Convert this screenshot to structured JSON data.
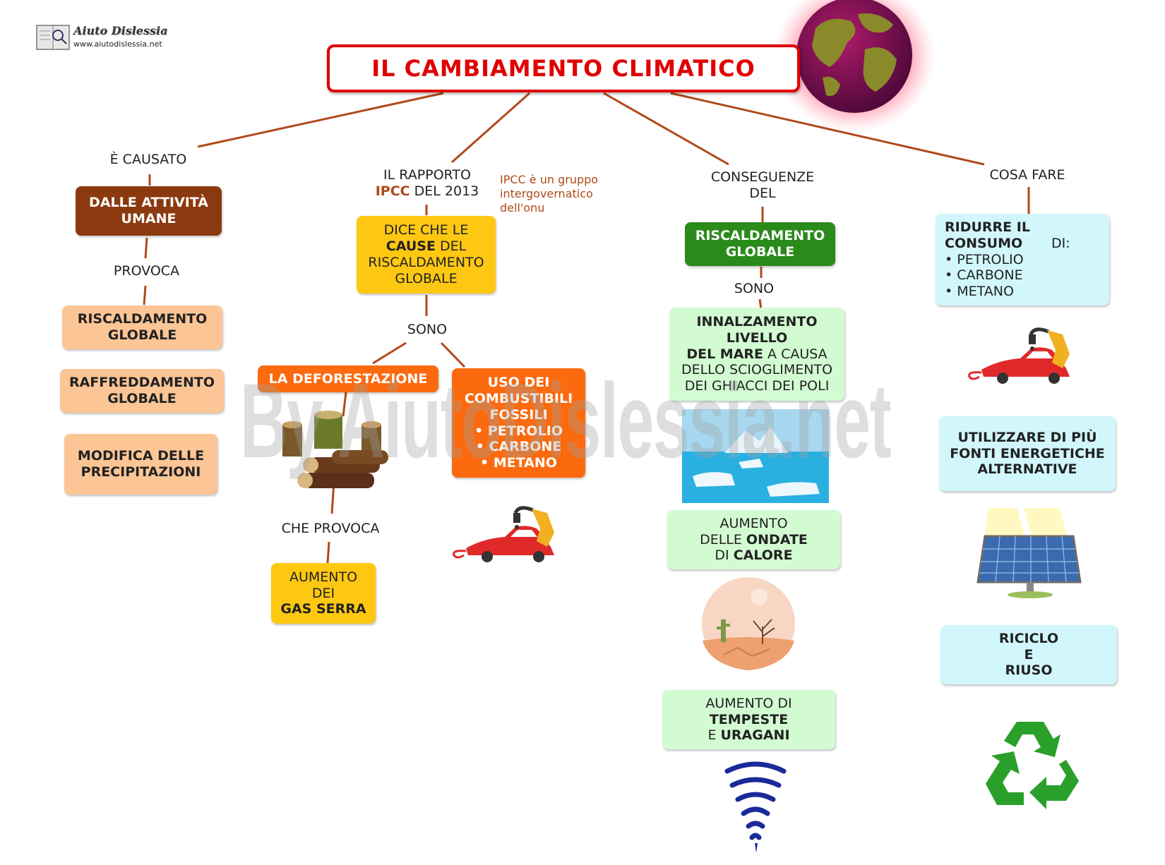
{
  "brand": {
    "name": "Aiuto Dislessia",
    "url": "www.aiutodislessia.net"
  },
  "title": "IL CAMBIAMENTO CLIMATICO",
  "watermark": "By AiutoDislessia.net",
  "colors": {
    "title_border": "#e00000",
    "title_text": "#e00000",
    "line": "#b04a1a",
    "brown": "#8b3a0f",
    "peach": "#fcc595",
    "yellow": "#fec812",
    "orange": "#fb6a0e",
    "green": "#2a8a1a",
    "lightgreen": "#d3fbd2",
    "cyan": "#d1f7fc"
  },
  "col1": {
    "link1": "È CAUSATO",
    "cause": "DALLE ATTIVITÀ UMANE",
    "link2": "PROVOCA",
    "effects": [
      "RISCALDAMENTO GLOBALE",
      "RAFFREDDAMENTO GLOBALE",
      "MODIFICA DELLE PRECIPITAZIONI"
    ]
  },
  "col2": {
    "link_a": "IL RAPPORTO",
    "link_b_bold": "IPCC",
    "link_b": " DEL 2013",
    "note": "IPCC è un gruppo intergovernatico dell'onu",
    "main_a": "DICE CHE LE",
    "main_b_bold": "CAUSE",
    "main_b": " DEL",
    "main_c": "RISCALDAMENTO GLOBALE",
    "link_sono": "SONO",
    "defor": "LA DEFORESTAZIONE",
    "fossil_title": "USO DEI COMBUSTIBILI FOSSILI",
    "fossil_items": [
      "PETROLIO",
      "CARBONE",
      "METANO"
    ],
    "link_provoca": "CHE PROVOCA",
    "gas_a": "AUMENTO",
    "gas_b": "DEI",
    "gas_c": "GAS SERRA"
  },
  "col3": {
    "link_a": "CONSEGUENZE",
    "link_b": "DEL",
    "main": "RISCALDAMENTO GLOBALE",
    "link_sono": "SONO",
    "sea_a": "INNALZAMENTO LIVELLO",
    "sea_b_bold": "DEL MARE",
    "sea_b": " A CAUSA",
    "sea_c": "DELLO SCIOGLIMENTO DEI GHIACCI DEI POLI",
    "heat_a": "AUMENTO",
    "heat_b": "DELLE ",
    "heat_b_bold": "ONDATE",
    "heat_c": "DI ",
    "heat_c_bold": "CALORE",
    "storm_a": "AUMENTO DI",
    "storm_b_bold": "TEMPESTE",
    "storm_c": "E ",
    "storm_c_bold": "URAGANI"
  },
  "col4": {
    "link": "COSA FARE",
    "reduce_bold": "RIDURRE IL CONSUMO",
    "reduce": " DI:",
    "reduce_items": [
      "PETROLIO",
      "CARBONE",
      "METANO"
    ],
    "alt": "UTILIZZARE DI PIÙ FONTI ENERGETICHE ALTERNATIVE",
    "recycle_a": "RICICLO",
    "recycle_b": "E",
    "recycle_c": "RIUSO"
  }
}
